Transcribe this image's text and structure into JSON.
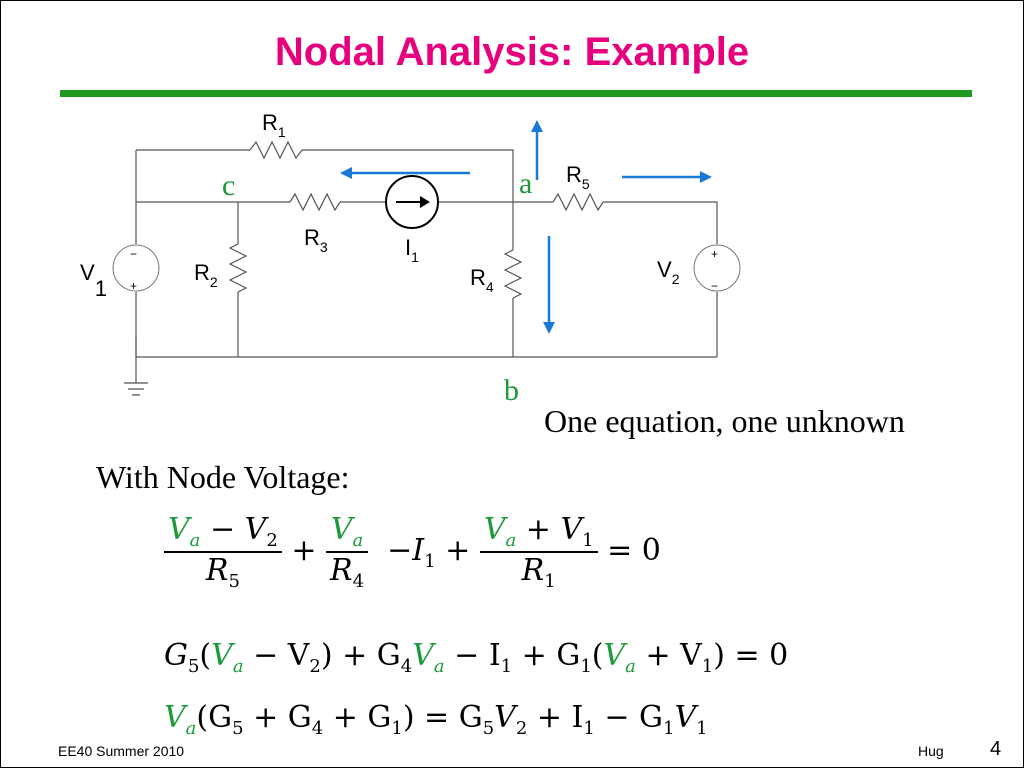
{
  "slide": {
    "title": "Nodal Analysis: Example",
    "subheading": "With Node Voltage:",
    "note": "One equation, one unknown",
    "footer_left": "EE40 Summer 2010",
    "footer_right": "Hug",
    "page_number": "4"
  },
  "colors": {
    "title": "#e6007e",
    "rule": "#1f9a1f",
    "node_label": "#1a9a3a",
    "arrow": "#1a78d6",
    "highlight_var": "#1a9a3a"
  },
  "circuit": {
    "components": {
      "R1": {
        "letter": "R",
        "sub": "1"
      },
      "R2": {
        "letter": "R",
        "sub": "2"
      },
      "R3": {
        "letter": "R",
        "sub": "3"
      },
      "R4": {
        "letter": "R",
        "sub": "4"
      },
      "R5": {
        "letter": "R",
        "sub": "5"
      },
      "I1": {
        "letter": "I",
        "sub": "1"
      },
      "V1": {
        "letter": "V",
        "sub": "1"
      },
      "V2": {
        "letter": "V",
        "sub": "2"
      }
    },
    "nodes": {
      "a": "a",
      "b": "b",
      "c": "c"
    },
    "source_signs": {
      "minus": "−",
      "plus": "+"
    }
  },
  "equations": {
    "eq1": {
      "t1_num_va": "V",
      "t1_num_va_sub": "a",
      "t1_num_op": "−",
      "t1_num_v2": "V",
      "t1_num_v2_sub": "2",
      "t1_den": "R",
      "t1_den_sub": "5",
      "plus1": "+",
      "t2_num": "V",
      "t2_num_sub": "a",
      "t2_den": "R",
      "t2_den_sub": "4",
      "minus_i": "−I",
      "minus_i_sub": "1",
      "plus2": "+",
      "t3_num_va": "V",
      "t3_num_va_sub": "a",
      "t3_num_op": "+",
      "t3_num_v1": "V",
      "t3_num_v1_sub": "1",
      "t3_den": "R",
      "t3_den_sub": "1",
      "equals": "= 0"
    },
    "eq2": {
      "p1": "G",
      "p1s": "5",
      "p2": "(",
      "va": "V",
      "vas": "a",
      "p3": " − V",
      "p3s": "2",
      "p4": ") + G",
      "p4s": "4",
      "va2": "V",
      "va2s": "a",
      "p5": " − I",
      "p5s": "1",
      "p6": " + G",
      "p6s": "1",
      "p7": "(",
      "va3": "V",
      "va3s": "a",
      "p8": " + V",
      "p8s": "1",
      "p9": ") = 0"
    },
    "eq3": {
      "va": "V",
      "vas": "a",
      "p1": "(G",
      "p1s": "5",
      "p2": " + G",
      "p2s": "4",
      "p3": " + G",
      "p3s": "1",
      "p4": ") = G",
      "p4s": "5",
      "p5": "V",
      "p5s": "2",
      "p6": " + I",
      "p6s": "1",
      "p7": " − G",
      "p7s": "1",
      "p8": "V",
      "p8s": "1"
    }
  }
}
